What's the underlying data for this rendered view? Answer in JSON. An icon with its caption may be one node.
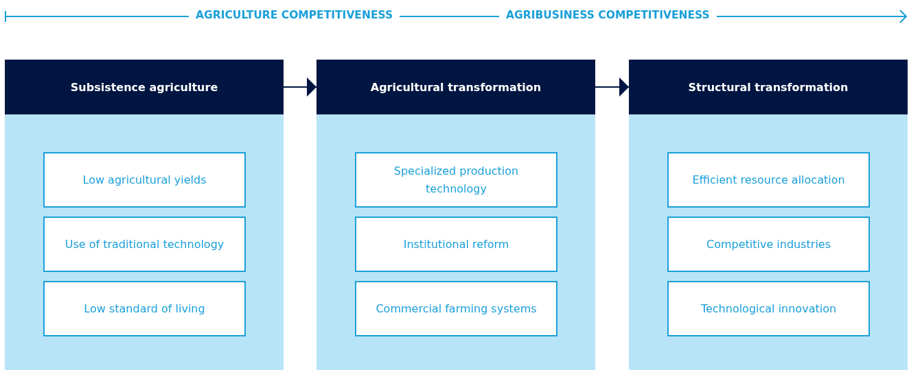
{
  "diagram": {
    "nodes": [
      {
        "text": [
          "Subsistence agriculture"
        ]
      },
      {
        "text": [
          "Low agricultural yields"
        ],
        "in": 0
      },
      {
        "text": [
          "Use of traditional technology"
        ],
        "in": 0
      },
      {
        "text": [
          "Low standard of living"
        ],
        "in": 0
      },
      {
        "text": [
          "Agricultural transformation"
        ]
      },
      {
        "text": [
          "Specialized production technology"
        ],
        "in": 4
      },
      {
        "text": [
          "Institutional reform"
        ],
        "in": 4
      },
      {
        "text": [
          "Commercial farming systems"
        ],
        "in": 4
      },
      {
        "text": [
          "Structural transformation"
        ]
      },
      {
        "text": [
          "Efficient resource allocation"
        ],
        "in": 8
      },
      {
        "text": [
          "Competitive industries"
        ],
        "in": 8
      },
      {
        "text": [
          "Technological innovation"
        ],
        "in": 8
      }
    ],
    "edges": [
      {
        "from": 0,
        "to": 4,
        "arrow": "to"
      },
      {
        "from": 4,
        "to": 8,
        "arrow": "to"
      }
    ],
    "labels": [
      "AGRICULTURE COMPETITIVENESS",
      "AGRIBUSINESS COMPETITIVENESS"
    ]
  }
}
